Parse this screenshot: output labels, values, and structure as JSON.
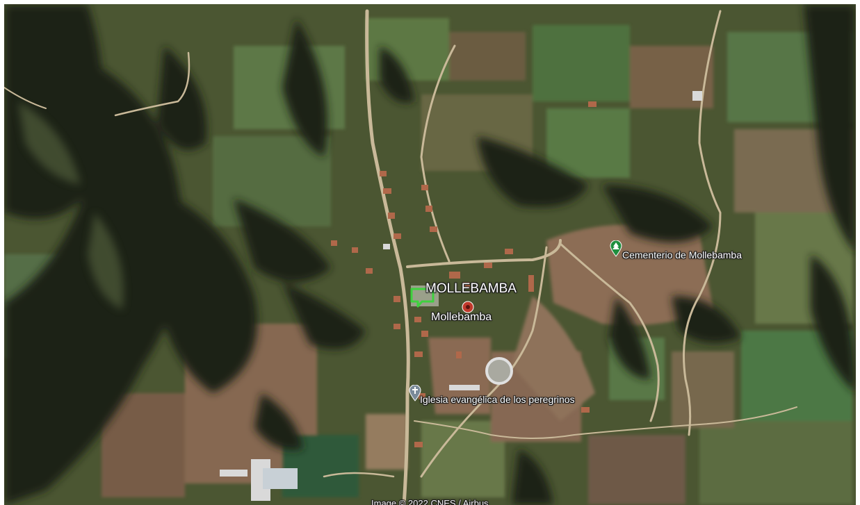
{
  "map": {
    "style": "satellite",
    "labels": {
      "town_upper": "MOLLEBAMBA",
      "town": "Mollebamba",
      "cemetery": "Cementerio de Mollebamba",
      "church": "Iglesia evangélica de los peregrinos"
    },
    "attribution": "Image © 2022 CNES / Airbus",
    "markers": [
      {
        "name": "placemark",
        "icon": "green-folder-placemark-icon"
      },
      {
        "name": "town",
        "icon": "red-dot-pin-icon"
      },
      {
        "name": "cemetery",
        "icon": "green-tree-pin-icon"
      },
      {
        "name": "church",
        "icon": "gray-church-pin-icon"
      }
    ],
    "colors": {
      "forest_dark": "#1d2417",
      "field_green": "#4d6b3a",
      "field_brown": "#7a6248",
      "road": "#c8b89a",
      "placemark": "#3fd23f",
      "town_pin": "#c0392b",
      "cemetery_pin": "#1e8e3e",
      "church_pin": "#7a8a99"
    }
  }
}
